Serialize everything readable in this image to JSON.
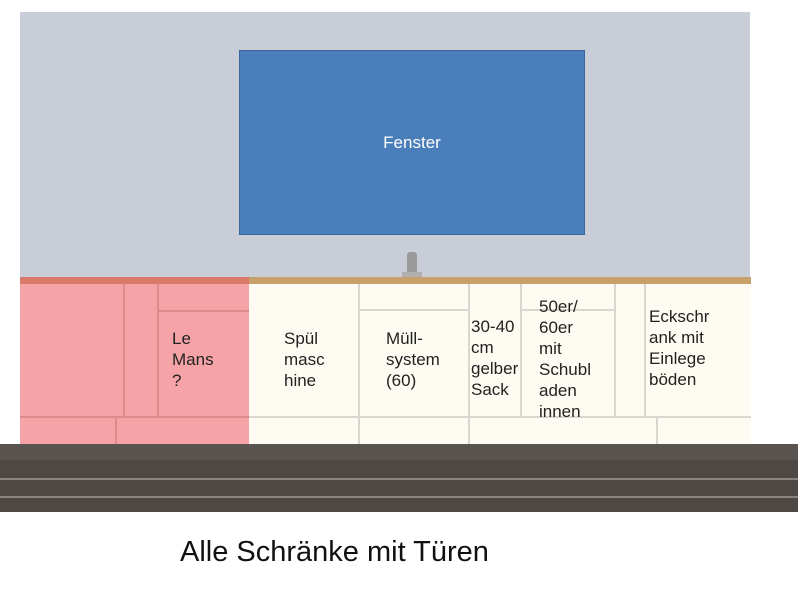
{
  "window": {
    "label": "Fenster"
  },
  "cabinets": [
    {
      "id": "le-mans",
      "text": "Le\nMans\n?"
    },
    {
      "id": "spuel",
      "text": "Spül\nmasc\nhine"
    },
    {
      "id": "muell",
      "text": "Müll-\nsystem\n(60)"
    },
    {
      "id": "sack",
      "text": "30-40\ncm\ngelber\nSack"
    },
    {
      "id": "schub",
      "text": "50er/\n60er\nmit\nSchubl\naden\ninnen"
    },
    {
      "id": "eck",
      "text": "Eckschr\nank mit\nEinlege\nböden"
    }
  ],
  "caption": "Alle Schränke mit Türen",
  "colors": {
    "wall": "#c9cdd8",
    "window": "#4a7ebb",
    "highlight_cabinet": "#f5a3a6",
    "cabinet": "#fdfbf2",
    "countertop": "#c8a06a",
    "floor": "#4e4844"
  }
}
